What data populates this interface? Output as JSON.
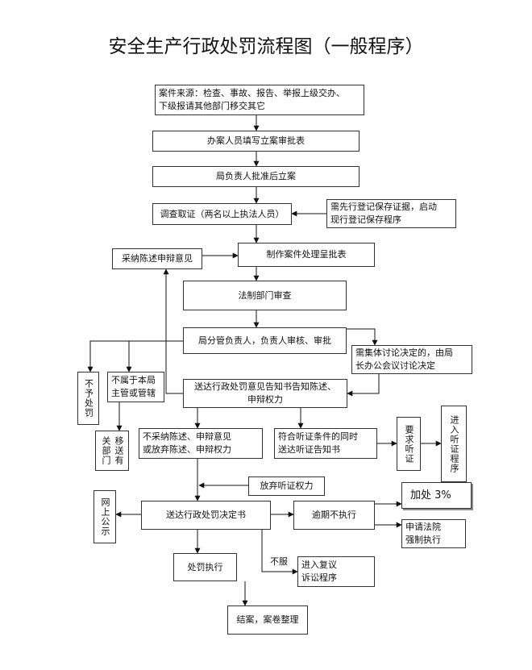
{
  "title": "安全生产行政处罚流程图（一般程序）",
  "nodes": {
    "case_source": "案件来源：检查、事故、报告、举报上级交办、\n下级报请其他部门移交其它",
    "fill_form": "办案人员填写立案审批表",
    "approve_case": "局负责人批准后立案",
    "investigate": "调查取证（两名以上执法人员）",
    "preserve_evidence": "需先行登记保存证据，启动\n现行登记保存程序",
    "adopt_defense": "采纳陈述申辩意见",
    "make_report": "制作案件处理呈批表",
    "legal_review": "法制部门审查",
    "leader_review": "局分管负责人，负责人审核、审批",
    "collective_discussion": "需集体讨论决定的，由局\n长办公会议讨论决定",
    "no_penalty": "不予处罚",
    "not_jurisdiction": "不属于本局\n主管或管辖",
    "transfer": "移送有关部门",
    "send_notice": "送达行政处罚意见告知书告知陈述、\n申辩权力",
    "no_defense": "不采纳陈述、申辩意见\n或放弃陈述、申辩权力",
    "hearing_notice": "符合听证条件的同时\n送达听证告知书",
    "request_hearing": "要求听证",
    "enter_hearing": "进入听证程序",
    "waive_hearing": "放弃听证权力",
    "online_publicity": "网上公示",
    "send_decision": "送达行政处罚决定书",
    "overdue": "逾期不执行",
    "surcharge": "加处 3%",
    "court_enforce": "申请法院\n强制执行",
    "execute": "处罚执行",
    "disagree_label": "不服",
    "review_litigation": "进入复议\n诉讼程序",
    "close_case": "结案，案卷整理"
  }
}
